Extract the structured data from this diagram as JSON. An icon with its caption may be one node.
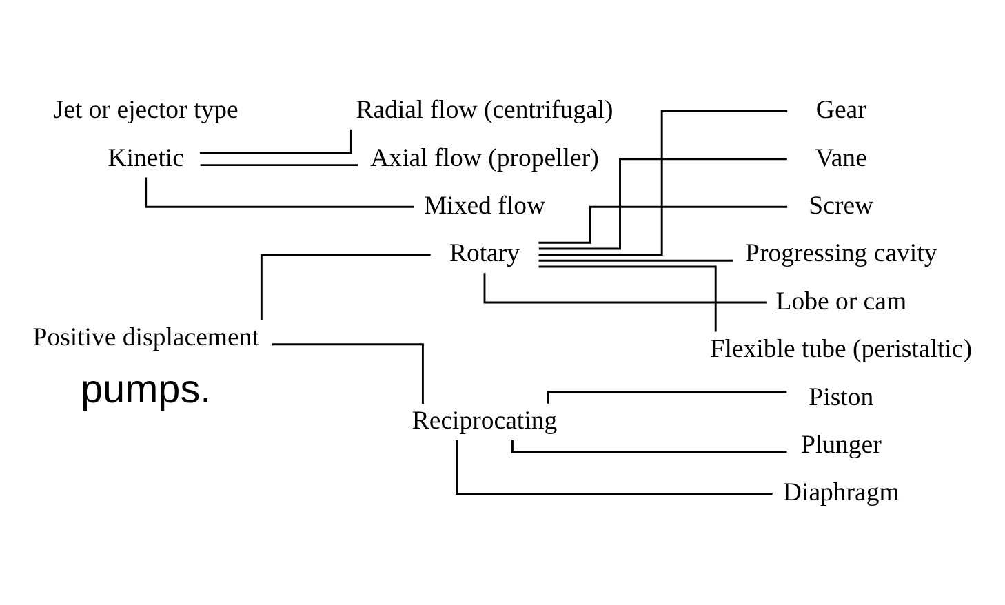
{
  "diagram": {
    "nodes": [
      {
        "text": [
          "Positive displacement"
        ]
      },
      {
        "text": [
          "Rotary"
        ]
      },
      {
        "text": [
          "Reciprocating"
        ]
      },
      {
        "text": [
          "Gear"
        ]
      },
      {
        "text": [
          "Vane"
        ]
      },
      {
        "text": [
          "Screw"
        ]
      },
      {
        "text": [
          "Progressing cavity"
        ]
      },
      {
        "text": [
          "Lobe or cam"
        ]
      },
      {
        "text": [
          "Flexible tube (peristaltic)"
        ]
      },
      {
        "text": [
          "Piston"
        ]
      },
      {
        "text": [
          "Plunger"
        ]
      },
      {
        "text": [
          "Diaphragm"
        ]
      },
      {
        "text": [
          "Kinetic"
        ]
      },
      {
        "text": [
          "Radial flow (centrifugal)"
        ]
      },
      {
        "text": [
          "Axial flow (propeller)"
        ]
      },
      {
        "text": [
          "Mixed flow"
        ]
      },
      {
        "text": [
          "Jet or ejector type"
        ]
      }
    ],
    "edges": [
      {
        "from": 0,
        "to": 1,
        "arrow": "none"
      },
      {
        "from": 0,
        "to": 2,
        "arrow": "none"
      },
      {
        "from": 1,
        "to": 3,
        "arrow": "none"
      },
      {
        "from": 1,
        "to": 4,
        "arrow": "none"
      },
      {
        "from": 1,
        "to": 5,
        "arrow": "none"
      },
      {
        "from": 1,
        "to": 6,
        "arrow": "none"
      },
      {
        "from": 1,
        "to": 7,
        "arrow": "none"
      },
      {
        "from": 1,
        "to": 8,
        "arrow": "none"
      },
      {
        "from": 2,
        "to": 9,
        "arrow": "none"
      },
      {
        "from": 2,
        "to": 10,
        "arrow": "none"
      },
      {
        "from": 2,
        "to": 11,
        "arrow": "none"
      },
      {
        "from": 12,
        "to": 13,
        "arrow": "none"
      },
      {
        "from": 12,
        "to": 14,
        "arrow": "none"
      },
      {
        "from": 12,
        "to": 15,
        "arrow": "none"
      }
    ],
    "labels": [
      "pumps."
    ]
  }
}
